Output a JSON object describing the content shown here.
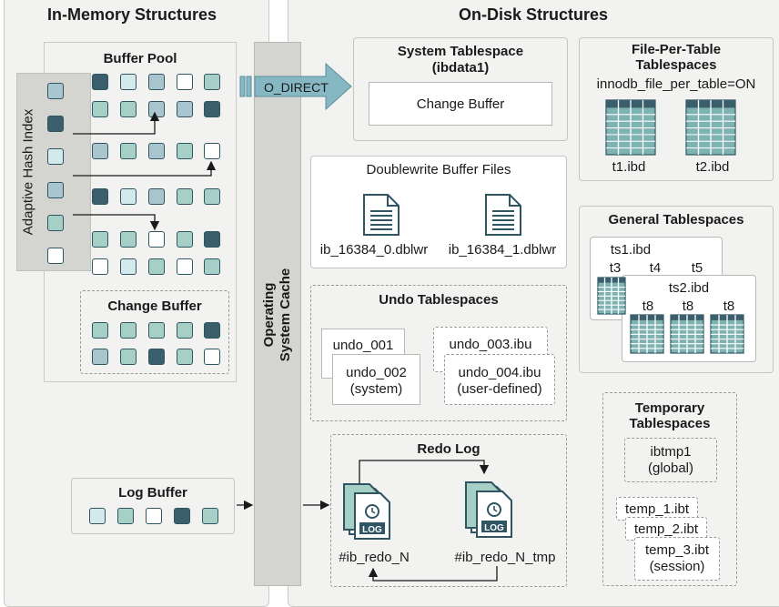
{
  "headers": {
    "in_memory": "In-Memory Structures",
    "on_disk": "On-Disk Structures"
  },
  "buffer_pool": {
    "title": "Buffer Pool",
    "rows": [
      [
        "c3",
        "c5",
        "c4",
        "c1",
        "c2"
      ],
      [
        "c2",
        "c2",
        "c4",
        "c4",
        "c3"
      ],
      [
        "c4",
        "c2",
        "c4",
        "c2",
        "c1"
      ],
      [
        "c3",
        "c5",
        "c4",
        "c2",
        "c2"
      ],
      [
        "c2",
        "c2",
        "c1",
        "c2",
        "c3"
      ],
      [
        "c1",
        "c5",
        "c2",
        "c1",
        "c2"
      ]
    ]
  },
  "adaptive_hash_index": {
    "label": "Adaptive Hash Index",
    "cells": [
      "c4",
      "c3",
      "c5",
      "c4",
      "c2",
      "c1"
    ]
  },
  "change_buffer_mem": {
    "title": "Change Buffer",
    "rows": [
      [
        "c2",
        "c2",
        "c2",
        "c2",
        "c3"
      ],
      [
        "c4",
        "c2",
        "c3",
        "c2",
        "c1"
      ]
    ]
  },
  "log_buffer": {
    "title": "Log Buffer",
    "cells": [
      "c5",
      "c2",
      "c1",
      "c3",
      "c2"
    ]
  },
  "os_cache": {
    "line1": "Operating",
    "line2": "System Cache"
  },
  "o_direct": "O_DIRECT",
  "system_tablespace": {
    "line1": "System Tablespace",
    "line2": "(ibdata1)",
    "change_buffer": "Change Buffer"
  },
  "file_per_table": {
    "line1": "File-Per-Table",
    "line2": "Tablespaces",
    "setting": "innodb_file_per_table=ON",
    "files": [
      "t1.ibd",
      "t2.ibd"
    ]
  },
  "doublewrite": {
    "title": "Doublewrite Buffer Files",
    "files": [
      "ib_16384_0.dblwr",
      "ib_16384_1.dblwr"
    ]
  },
  "general_tablespaces": {
    "title": "General Tablespaces",
    "ts1": "ts1.ibd",
    "ts1_tables": [
      "t3",
      "t4",
      "t5"
    ],
    "ts2": "ts2.ibd",
    "ts2_tables": [
      "t8",
      "t8",
      "t8"
    ]
  },
  "undo": {
    "title": "Undo Tablespaces",
    "u1": "undo_001",
    "u2": "undo_002",
    "u2_note": "(system)",
    "u3": "undo_003.ibu",
    "u4": "undo_004.ibu",
    "u4_note": "(user-defined)"
  },
  "redo": {
    "title": "Redo Log",
    "file_icon": "LOG",
    "f1": "#ib_redo_N",
    "f2": "#ib_redo_N_tmp"
  },
  "temporary": {
    "line1": "Temporary",
    "line2": "Tablespaces",
    "ibtmp_name": "ibtmp1",
    "ibtmp_note": "(global)",
    "t1": "temp_1.ibt",
    "t2": "temp_2.ibt",
    "t3": "temp_3.ibt",
    "t3_note": "(session)"
  }
}
